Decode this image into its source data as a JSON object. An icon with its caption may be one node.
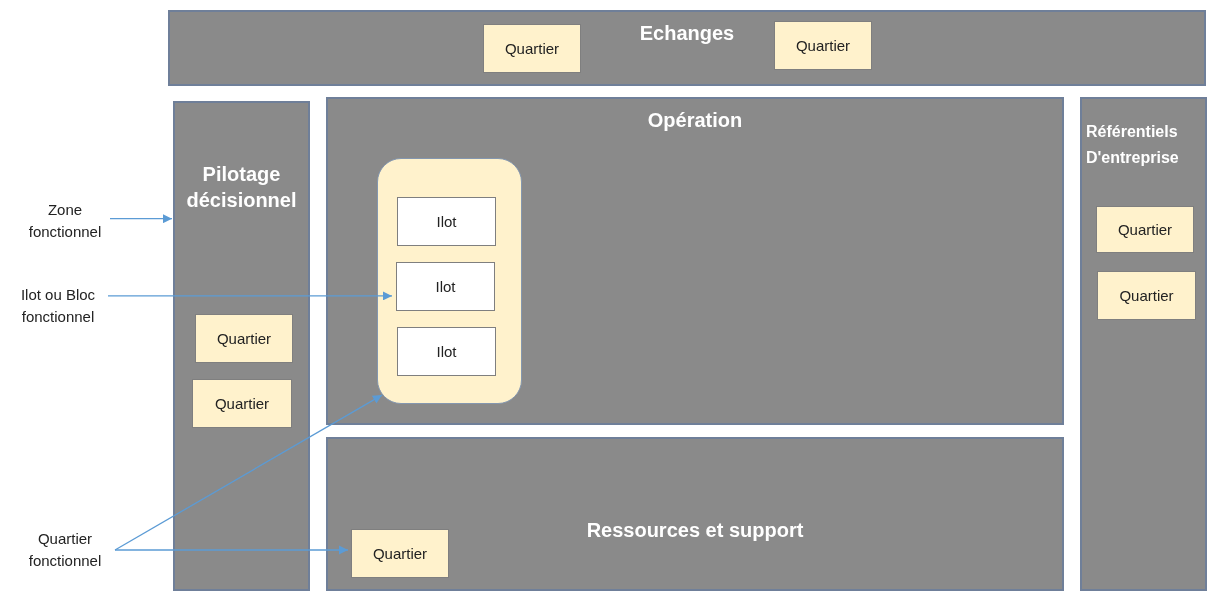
{
  "diagram": {
    "nodes": [
      {
        "text": [
          "Echanges"
        ]
      },
      {
        "text": [
          "Quartier"
        ],
        "in": 0
      },
      {
        "text": [
          "Quartier"
        ],
        "in": 0
      },
      {
        "text": [
          "Pilotage décisionnel"
        ]
      },
      {
        "text": [
          "Quartier"
        ],
        "in": 3
      },
      {
        "text": [
          "Quartier"
        ],
        "in": 3
      },
      {
        "text": [
          "Opération"
        ]
      },
      {
        "text": [],
        "shape": "box",
        "in": 6
      },
      {
        "text": [
          "Ilot"
        ],
        "in": 7
      },
      {
        "text": [
          "Ilot"
        ],
        "in": 7
      },
      {
        "text": [
          "Ilot"
        ],
        "in": 7
      },
      {
        "text": [
          "Référentiels D'entreprise"
        ]
      },
      {
        "text": [
          "Quartier"
        ],
        "in": 11
      },
      {
        "text": [
          "Quartier"
        ],
        "in": 11
      },
      {
        "text": [
          "Ressources et support"
        ]
      },
      {
        "text": [
          "Quartier"
        ],
        "in": 14
      },
      {
        "text": [
          "Zone fonctionnel"
        ]
      },
      {
        "text": [
          "Ilot ou Bloc fonctionnel"
        ]
      },
      {
        "text": [
          "Quartier fonctionnel"
        ]
      }
    ],
    "edges": [
      {
        "from": 16,
        "to": 3,
        "arrow": "to"
      },
      {
        "from": 17,
        "to": 9,
        "arrow": "to"
      },
      {
        "from": 18,
        "to": 7,
        "arrow": "to"
      },
      {
        "from": 18,
        "to": 15,
        "arrow": "to"
      }
    ]
  }
}
